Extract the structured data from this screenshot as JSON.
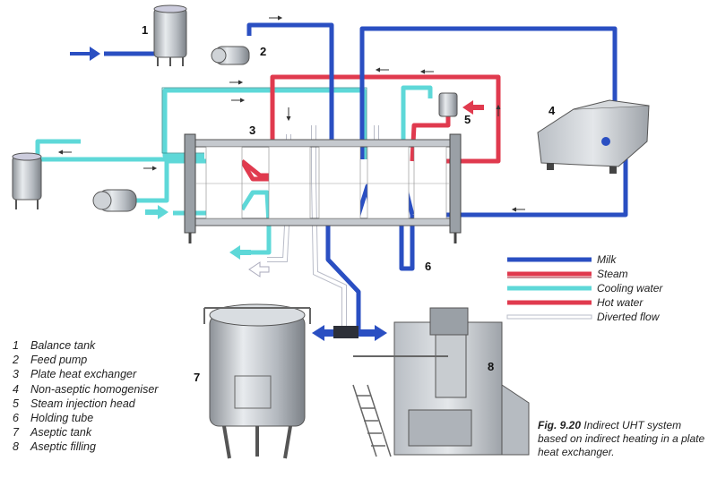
{
  "numbers": [
    "1",
    "2",
    "3",
    "4",
    "5",
    "6",
    "7",
    "8"
  ],
  "legend": [
    {
      "label": "Milk",
      "color": "#2a4fc2"
    },
    {
      "label": "Steam",
      "color": "#e03a4e"
    },
    {
      "label": "Cooling water",
      "color": "#5ed8d8"
    },
    {
      "label": "Hot water",
      "color": "#e03a4e"
    },
    {
      "label": "Diverted flow",
      "color": "#d8d8e8"
    }
  ],
  "key": [
    {
      "num": "1",
      "label": "Balance tank"
    },
    {
      "num": "2",
      "label": "Feed pump"
    },
    {
      "num": "3",
      "label": "Plate heat exchanger"
    },
    {
      "num": "4",
      "label": "Non-aseptic homogeniser"
    },
    {
      "num": "5",
      "label": "Steam injection head"
    },
    {
      "num": "6",
      "label": "Holding tube"
    },
    {
      "num": "7",
      "label": "Aseptic tank"
    },
    {
      "num": "8",
      "label": "Aseptic filling"
    }
  ],
  "caption": {
    "fig": "Fig. 9.20",
    "text": "Indirect UHT system based on indirect heating in a plate heat exchanger."
  }
}
